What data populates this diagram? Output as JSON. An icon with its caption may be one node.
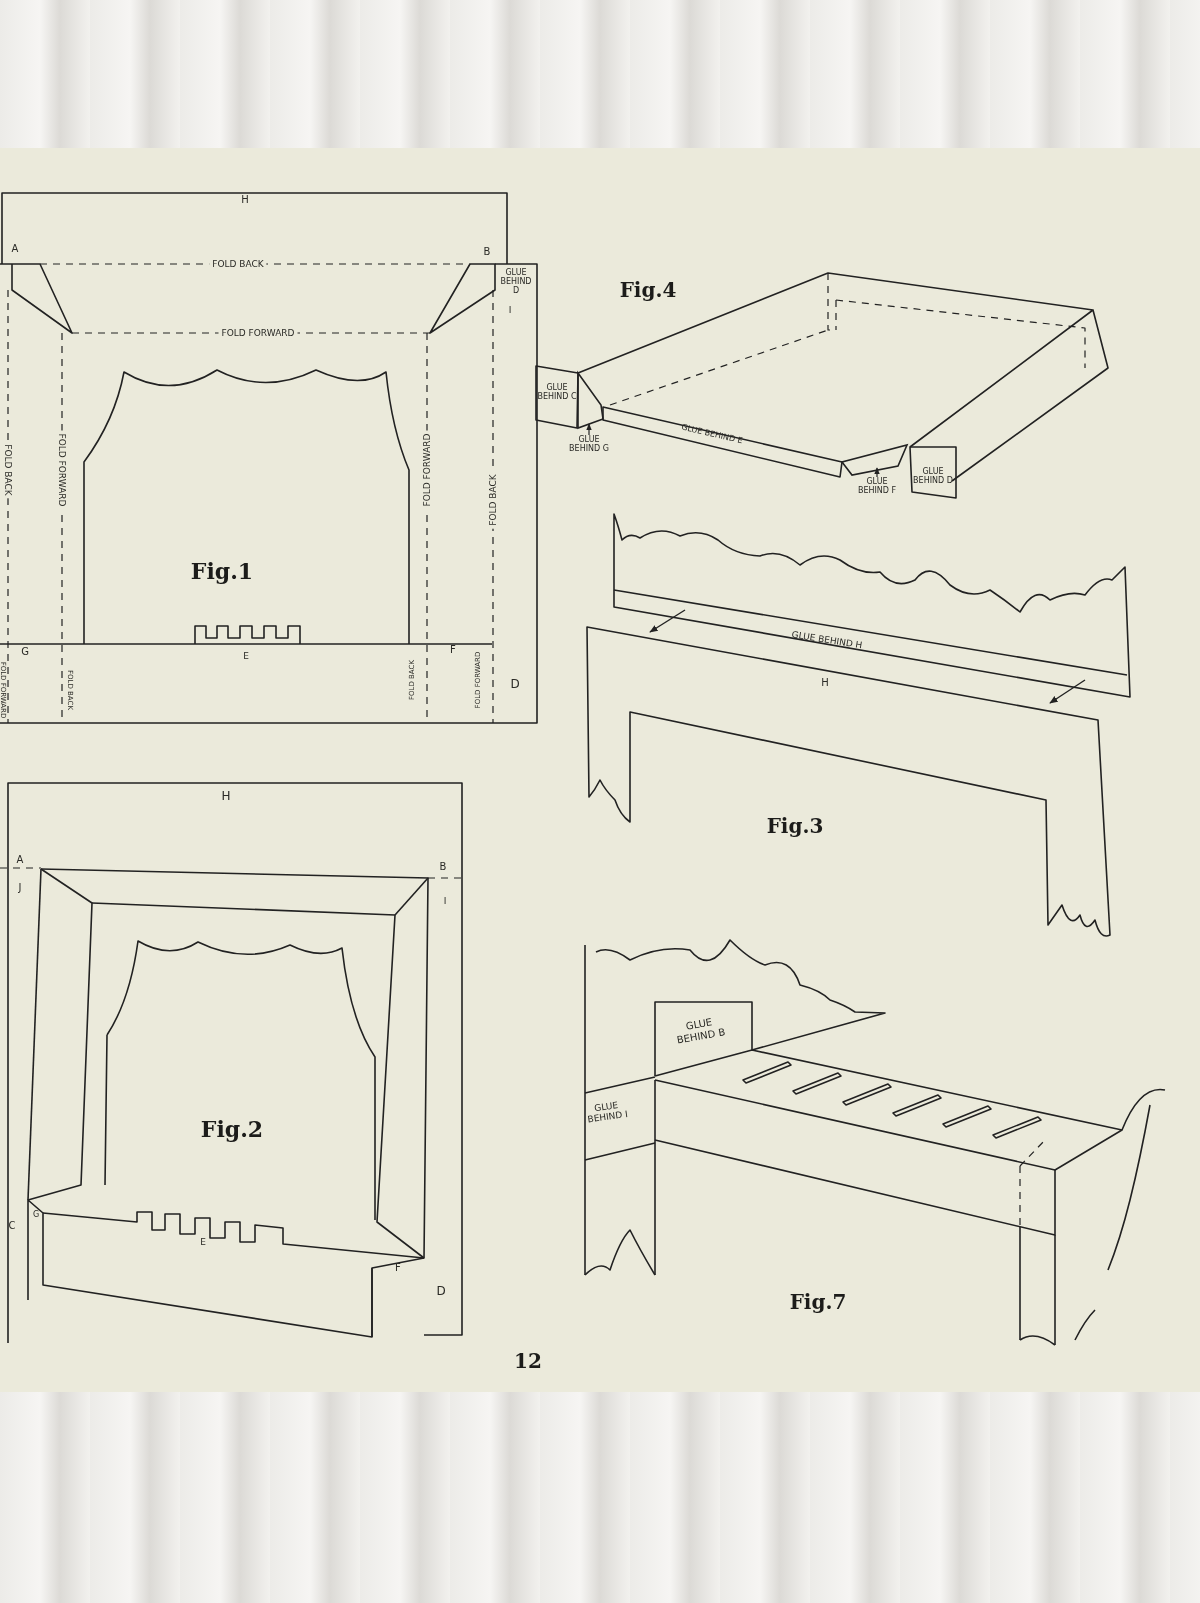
{
  "diagram": {
    "nodes": [
      {
        "text": [
          "GLUE BEHIND G"
        ]
      },
      {
        "text": [],
        "shape": "box"
      },
      {
        "text": [
          "GLUE BEHIND F"
        ]
      },
      {
        "text": [],
        "shape": "box"
      }
    ],
    "edges": [
      {
        "from": 0,
        "to": 1,
        "arrow": "to"
      },
      {
        "from": 2,
        "to": 3,
        "arrow": "to"
      }
    ],
    "labels": [
      "H",
      "A",
      "FOLD BACK",
      "B",
      "GLUE BEHIND D",
      "I",
      "FOLD FORWARD",
      "FOLD BACK",
      "FOLD FORWARD",
      "FOLD FORWARD",
      "FOLD BACK",
      "Fig.1",
      "G",
      "E",
      "F",
      "FOLD FORWARD",
      "FOLD BACK",
      "FOLD BACK",
      "FOLD FORWARD",
      "D",
      "Fig.4",
      "GLUE BEHIND C",
      "GLUE BEHIND E",
      "GLUE BEHIND D",
      "GLUE BEHIND H",
      "H",
      "Fig.3",
      "H",
      "A",
      "J",
      "B",
      "I",
      "Fig.2",
      "C",
      "G",
      "E",
      "F",
      "D",
      "GLUE BEHIND B",
      "GLUE BEHIND I",
      "Fig.7",
      "12"
    ]
  }
}
